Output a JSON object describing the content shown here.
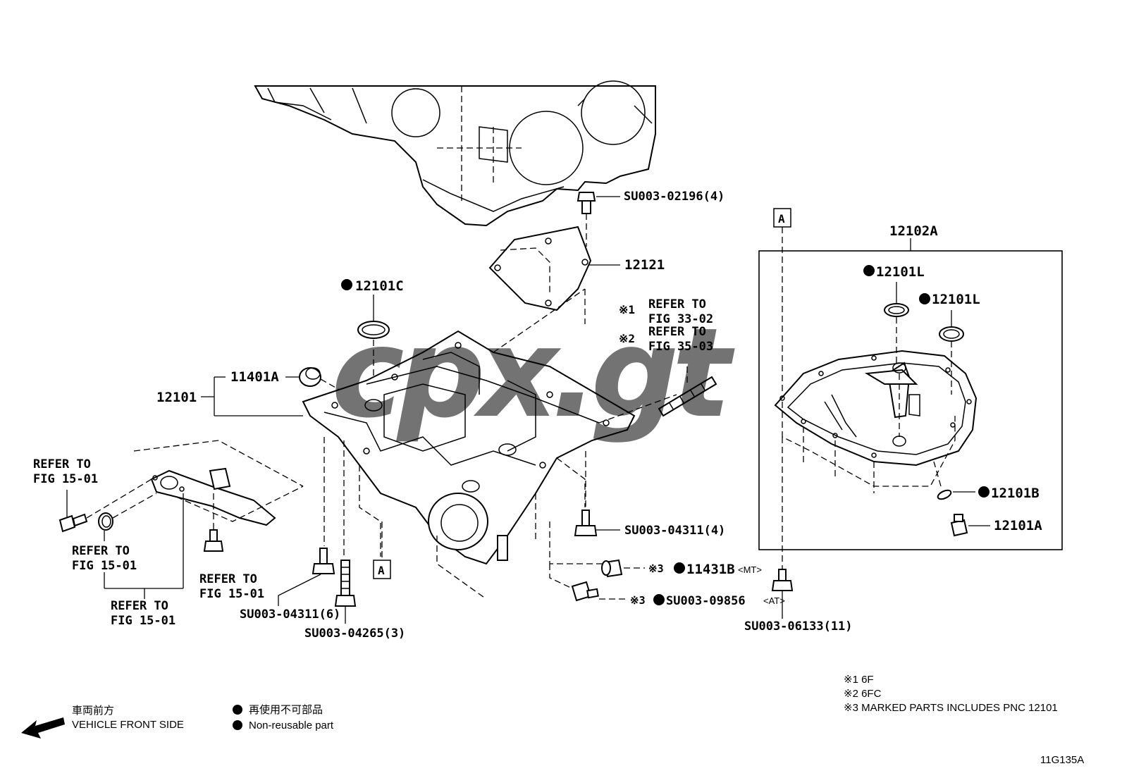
{
  "watermark": "cpx.gt",
  "figure_code": "11G135A",
  "callouts": {
    "su02196": "SU003-02196(4)",
    "p12121": "12121",
    "p12101c": "12101C",
    "p11401a": "11401A",
    "p12101": "12101",
    "ref1_mark": "※1",
    "ref1_text": "REFER TO",
    "ref1_fig": "FIG 33-02",
    "ref2_mark": "※2",
    "ref2_text": "REFER TO",
    "ref2_fig": "FIG 35-03",
    "refA_text": "REFER TO",
    "refA_fig": "FIG 15-01",
    "refB_text": "REFER TO",
    "refB_fig": "FIG 15-01",
    "refC_text": "REFER TO",
    "refC_fig": "FIG 15-01",
    "refD_text": "REFER TO",
    "refD_fig": "FIG 15-01",
    "su04311_4": "SU003-04311(4)",
    "su04311_6": "SU003-04311(6)",
    "su04265_3": "SU003-04265(3)",
    "mark3a": "※3",
    "p11431b": "11431B",
    "mt": "<MT>",
    "mark3b": "※3",
    "su09856": "SU003-09856",
    "at": "<AT>",
    "su06133": "SU003-06133(11)",
    "p12102a": "12102A",
    "p12101l_1": "12101L",
    "p12101l_2": "12101L",
    "p12101b": "12101B",
    "p12101a": "12101A",
    "box_a1": "A",
    "box_a2": "A"
  },
  "notes": {
    "n1": "※1 6F",
    "n2": "※2 6FC",
    "n3": "※3 MARKED PARTS INCLUDES PNC 12101"
  },
  "legend": {
    "front_jp": "車両前方",
    "front_en": "VEHICLE FRONT SIDE",
    "nonreuse_jp": "再使用不可部品",
    "nonreuse_en": "Non-reusable part"
  }
}
